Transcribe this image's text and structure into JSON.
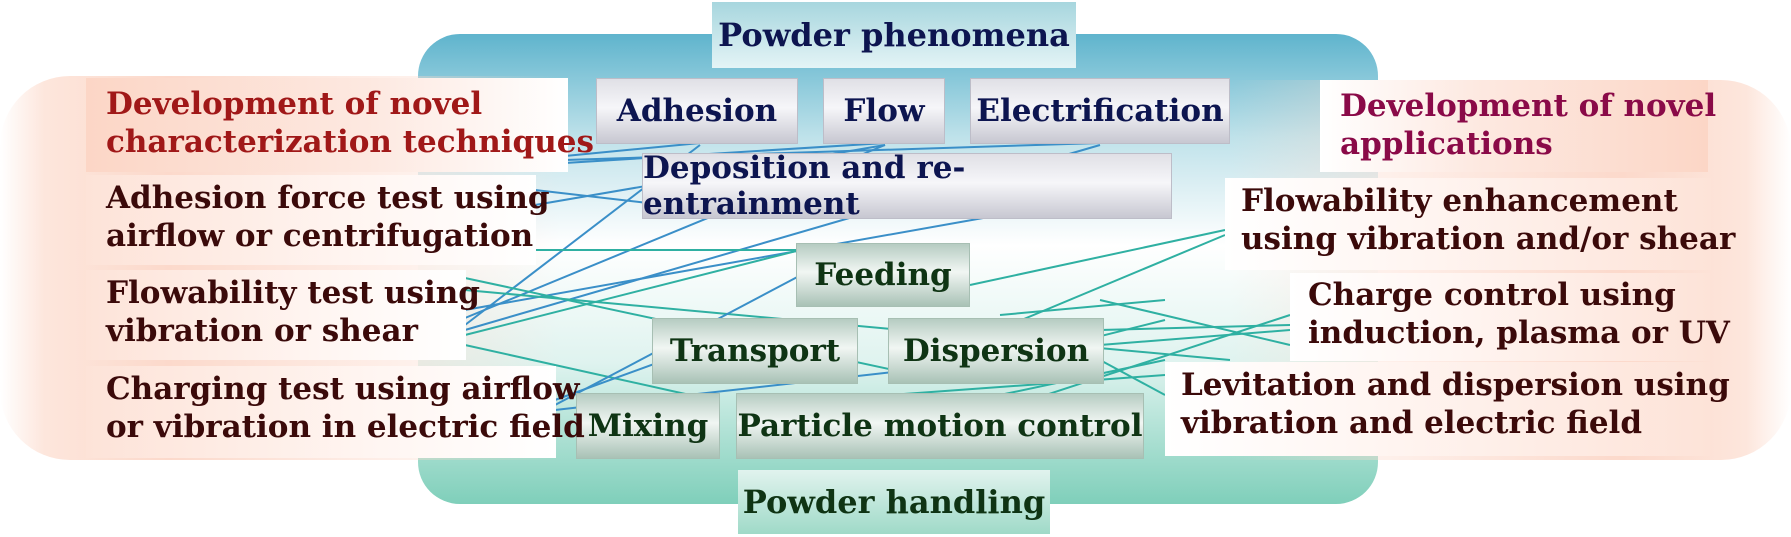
{
  "top_title": "Powder phenomena",
  "bottom_title": "Powder handling",
  "phenomena": {
    "adhesion": "Adhesion",
    "flow": "Flow",
    "electrification": "Electrification",
    "deposition": "Deposition and re-entrainment"
  },
  "handling": {
    "feeding": "Feeding",
    "transport": "Transport",
    "dispersion": "Dispersion",
    "mixing": "Mixing",
    "particle_motion": "Particle motion control"
  },
  "left_header": [
    "Development of novel",
    "characterization techniques"
  ],
  "left_items": [
    [
      "Adhesion  force test using",
      "airflow or centrifugation"
    ],
    [
      "Flowability test using",
      "vibration or shear"
    ],
    [
      "Charging test using airflow",
      "or vibration in electric field"
    ]
  ],
  "right_header": [
    "Development of novel",
    "applications"
  ],
  "right_items": [
    [
      "Flowability enhancement",
      "using vibration and/or shear"
    ],
    [
      "Charge control using",
      "induction, plasma or UV"
    ],
    [
      "Levitation and dispersion using",
      "vibration and electric field"
    ]
  ],
  "colors": {
    "link_blue": "#3a8fc8",
    "link_teal": "#2fb0a2",
    "header_red": "#a01818",
    "header_purple": "#8a0a48"
  }
}
